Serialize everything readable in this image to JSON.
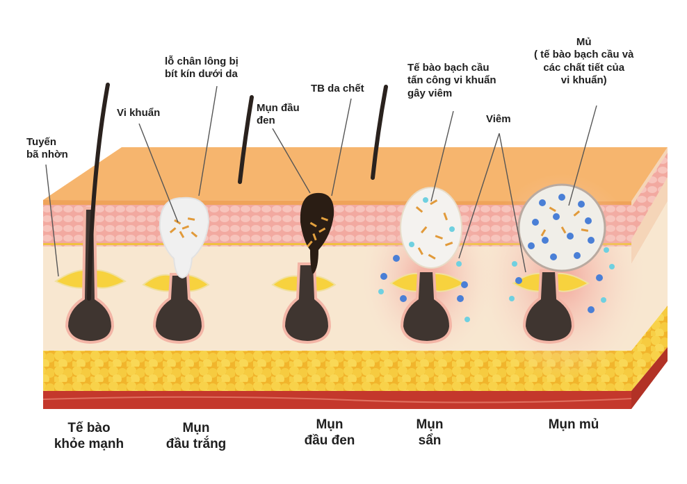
{
  "labels": {
    "sebaceous_gland": "Tuyến\nbã nhờn",
    "bacteria": "Vi khuẩn",
    "clogged_pore": "lỗ chân lông bị\nbít kín dưới da",
    "blackhead_top": "Mụn đầu\nđen",
    "dead_cells": "TB da chết",
    "white_cells": "Tế bào bạch cầu\ntấn công vi khuẩn\ngây viêm",
    "inflammation": "Viêm",
    "pus": "Mủ\n( tế bào bạch cầu và\ncác chất tiết của\nvi khuẩn)"
  },
  "stages": [
    "Tế bào\nkhỏe mạnh",
    "Mụn\nđầu trắng",
    "Mụn\nđầu đen",
    "Mụn\nsẩn",
    "Mụn mủ"
  ],
  "colors": {
    "skin_top": "#f6b56e",
    "epidermis": "#f4c2b4",
    "dermis": "#f8e7d0",
    "fat": "#f5c73c",
    "muscle": "#c4382c",
    "follicle": "#3f3530",
    "sebum": "#f7d23e",
    "inflamed": "#f3a6a0",
    "pus_dot": "#4a7fd6"
  }
}
